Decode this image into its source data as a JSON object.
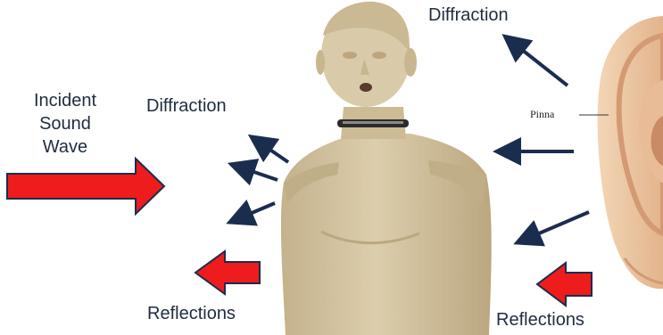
{
  "labels": {
    "incident_line1": "Incident",
    "incident_line2": "Sound",
    "incident_line3": "Wave",
    "diffraction_left": "Diffraction",
    "diffraction_top": "Diffraction",
    "reflections_left": "Reflections",
    "reflections_right": "Reflections",
    "pinna": "Pinna"
  },
  "colors": {
    "arrow_fill": "#ee1c1c",
    "arrow_stroke": "#1b2d4f",
    "small_arrow": "#1b2d4f",
    "mannequin": "#d6c6a4",
    "mannequin_shadow": "#b8a57e",
    "ear": "#f0d1b0",
    "ear_shadow": "#d9a882"
  },
  "icons": {
    "mannequin": "head-and-torso-simulator",
    "ear": "outer-ear-pinna"
  }
}
